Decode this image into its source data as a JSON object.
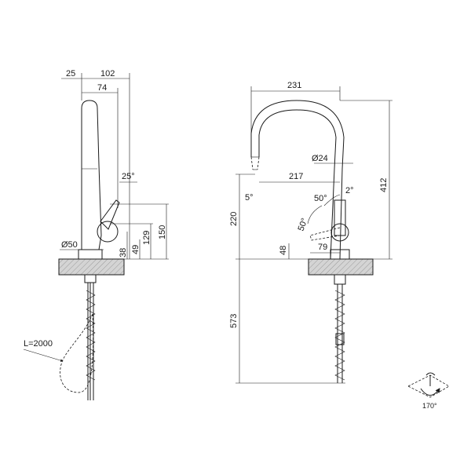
{
  "side_view": {
    "dims": [
      "25",
      "102",
      "74",
      "25°",
      "129",
      "150",
      "Ø50",
      "38",
      "49"
    ],
    "hose_label": "L=2000"
  },
  "front_view": {
    "dims": [
      "231",
      "412",
      "Ø24",
      "217",
      "5°",
      "220",
      "50°",
      "2°",
      "50°",
      "48",
      "79",
      "573"
    ]
  },
  "rotation_label": "170°"
}
